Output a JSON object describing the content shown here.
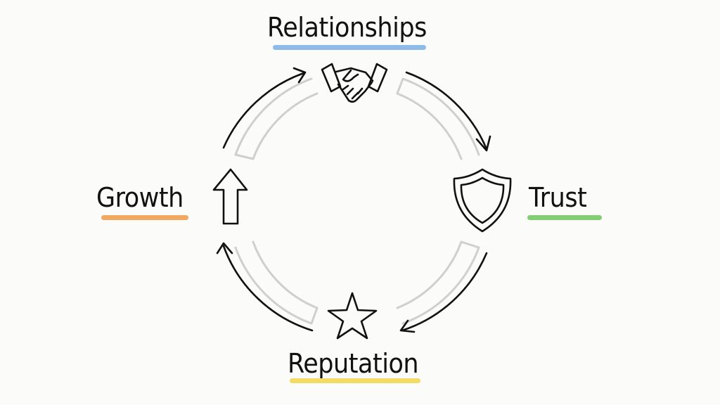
{
  "nodes": {
    "relationships": {
      "label": "Relationships",
      "icon": "handshake-icon",
      "accent": "#7aaee6"
    },
    "trust": {
      "label": "Trust",
      "icon": "shield-icon",
      "accent": "#6cc65a"
    },
    "reputation": {
      "label": "Reputation",
      "icon": "star-icon",
      "accent": "#f0d64a"
    },
    "growth": {
      "label": "Growth",
      "icon": "up-arrow-icon",
      "accent": "#ef9a45"
    }
  },
  "cycle_direction": "clockwise",
  "colors": {
    "ink": "#111111",
    "track": "#cfcfcf",
    "background": "#fbfbfa"
  }
}
